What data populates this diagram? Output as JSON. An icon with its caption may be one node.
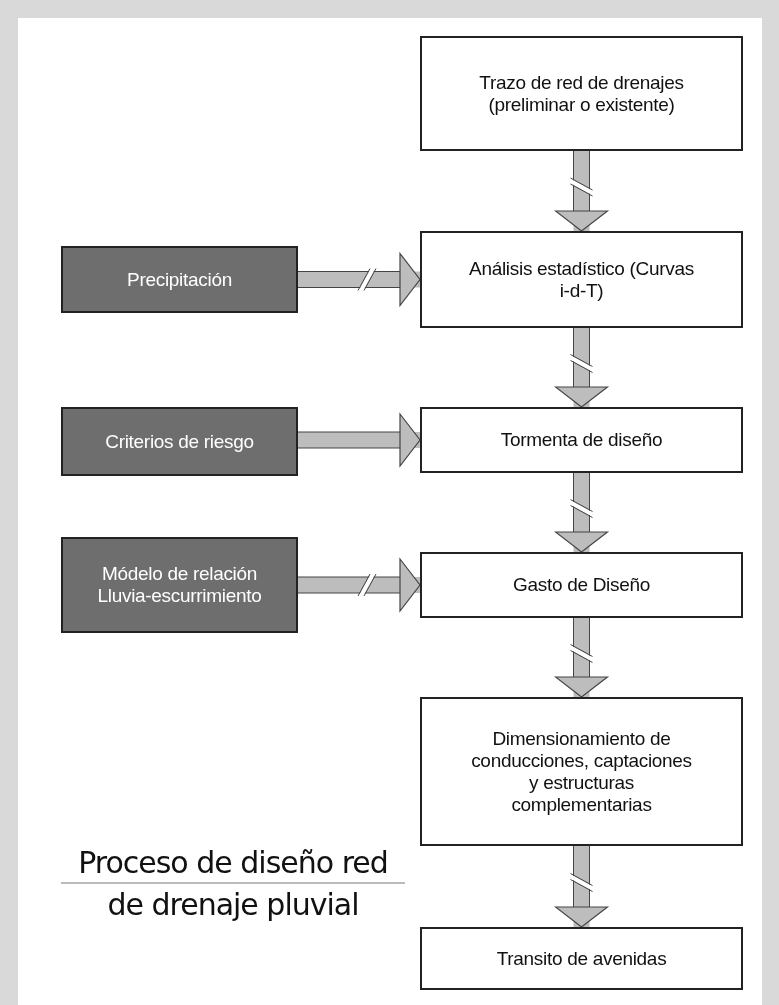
{
  "diagram": {
    "title": "Proceso de diseño red de drenaje pluvial",
    "nodes": [
      {
        "text": [
          "Trazo de red de drenajes (preliminar o existente)"
        ]
      },
      {
        "text": [
          "Precipitación"
        ]
      },
      {
        "text": [
          "Análisis estadístico (Curvas i-d-T)"
        ]
      },
      {
        "text": [
          "Criterios de riesgo"
        ]
      },
      {
        "text": [
          "Tormenta de diseño"
        ]
      },
      {
        "text": [
          "Módelo de relación Lluvia-escurrimiento"
        ]
      },
      {
        "text": [
          "Gasto de Diseño"
        ]
      },
      {
        "text": [
          "Dimensionamiento de conducciones, captaciones y estructuras complementarias"
        ]
      },
      {
        "text": [
          "Transito de avenidas"
        ]
      }
    ],
    "edges": [
      {
        "from": 0,
        "to": 2,
        "arrow": "to"
      },
      {
        "from": 1,
        "to": 2,
        "arrow": "to"
      },
      {
        "from": 2,
        "to": 4,
        "arrow": "to"
      },
      {
        "from": 3,
        "to": 4,
        "arrow": "to"
      },
      {
        "from": 4,
        "to": 6,
        "arrow": "to"
      },
      {
        "from": 5,
        "to": 6,
        "arrow": "to"
      },
      {
        "from": 6,
        "to": 7,
        "arrow": "to"
      },
      {
        "from": 7,
        "to": 8,
        "arrow": "to"
      }
    ]
  }
}
